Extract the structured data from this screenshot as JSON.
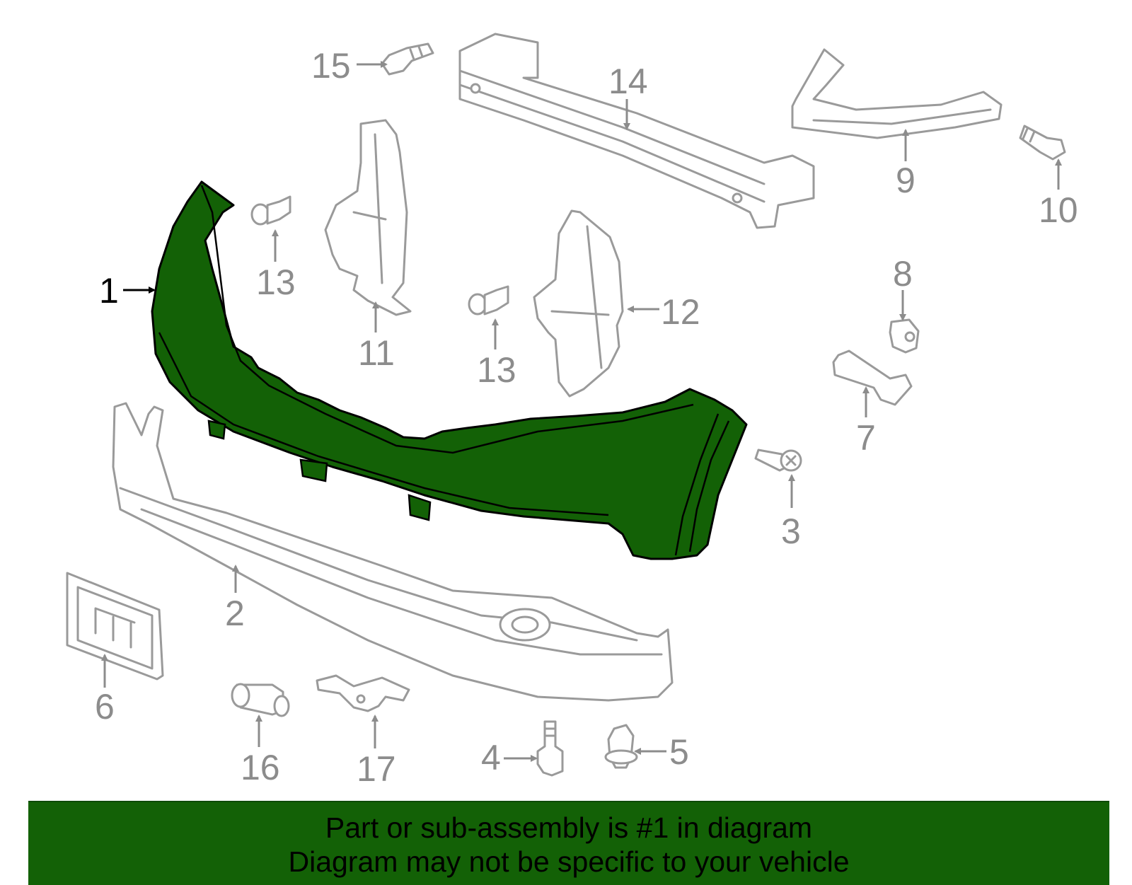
{
  "colors": {
    "highlight_fill": "#136106",
    "highlight_stroke": "#000000",
    "part_stroke": "#9a9a9a",
    "callout_gray": "#8c8c8c",
    "banner_bg": "#136106"
  },
  "callouts": {
    "c1": "1",
    "c2": "2",
    "c3": "3",
    "c4": "4",
    "c5": "5",
    "c6": "6",
    "c7": "7",
    "c8": "8",
    "c9": "9",
    "c10": "10",
    "c11": "11",
    "c12": "12",
    "c13a": "13",
    "c13b": "13",
    "c14": "14",
    "c15": "15",
    "c16": "16",
    "c17": "17"
  },
  "highlighted_part": "1",
  "banner": {
    "line1": "Part or sub-assembly is #1 in diagram",
    "line2": "Diagram may not be specific to your vehicle"
  }
}
